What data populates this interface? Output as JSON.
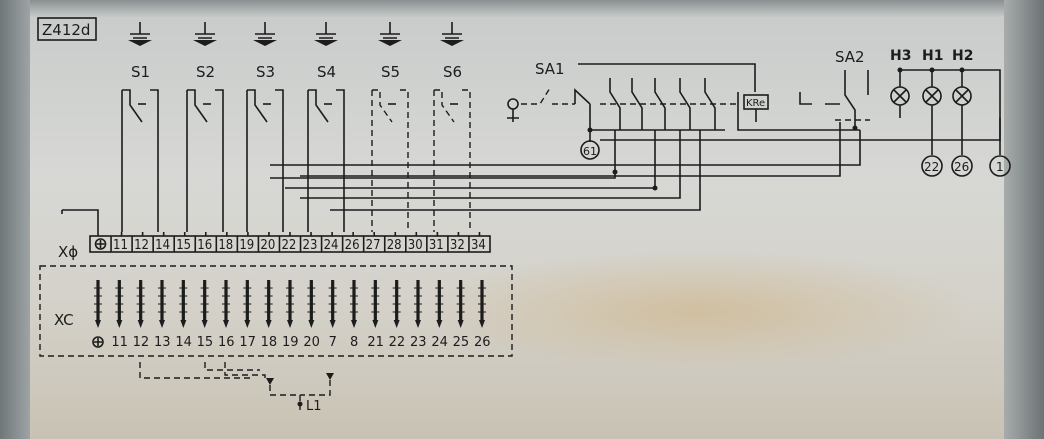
{
  "plate_code": "Z412d",
  "switches": [
    "S1",
    "S2",
    "S3",
    "S4",
    "S5",
    "S6"
  ],
  "selector_1": "SA1",
  "selector_2": "SA2",
  "relay_label": "KRe",
  "lamps": [
    "H3",
    "H1",
    "H2"
  ],
  "terminals_top": [
    "61"
  ],
  "terminals_right": [
    "22",
    "26",
    "1"
  ],
  "xq_label": "Xɸ",
  "xq_terminals": [
    "11",
    "12",
    "14",
    "15",
    "16",
    "18",
    "19",
    "20",
    "22",
    "23",
    "24",
    "26",
    "27",
    "28",
    "30",
    "31",
    "32",
    "34"
  ],
  "xc_label": "XC",
  "xc_pins": [
    "11",
    "12",
    "13",
    "14",
    "15",
    "16",
    "17",
    "18",
    "19",
    "20",
    "7",
    "8",
    "21",
    "22",
    "23",
    "24",
    "25",
    "26"
  ],
  "ground_symbol": "⊕",
  "bridge_label": "L1"
}
